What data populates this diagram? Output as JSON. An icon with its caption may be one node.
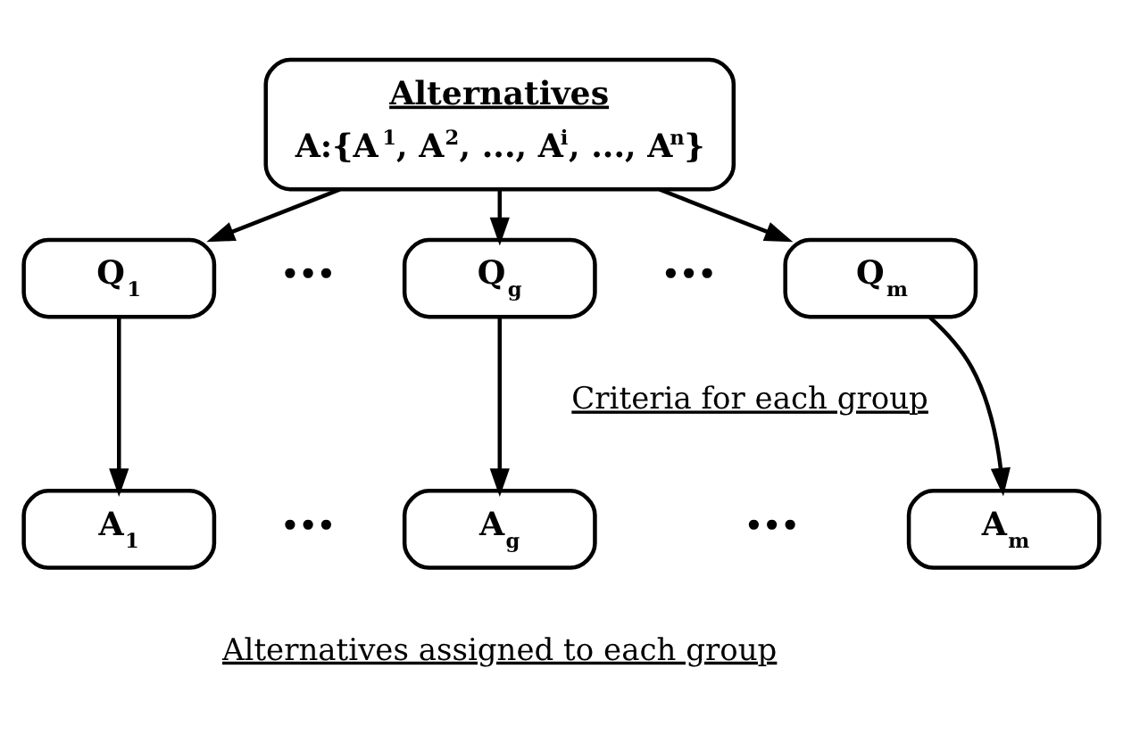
{
  "diagram": {
    "nodes": [
      {
        "text": [
          "Alternatives",
          "A:{A$^{1}$, A$^{2}$, ..., A$^{i}$, ..., A$^{n}$}"
        ]
      },
      {
        "text": [
          "Q$_{1}$"
        ]
      },
      {
        "text": [
          "Q$_{g}$"
        ]
      },
      {
        "text": [
          "Q$_{m}$"
        ]
      },
      {
        "text": [
          "A$_{1}$"
        ]
      },
      {
        "text": [
          "A$_{g}$"
        ]
      },
      {
        "text": [
          "A$_{m}$"
        ]
      }
    ],
    "edges": [
      {
        "from": 0,
        "to": 1,
        "arrow": "to"
      },
      {
        "from": 0,
        "to": 2,
        "arrow": "to"
      },
      {
        "from": 0,
        "to": 3,
        "arrow": "to"
      },
      {
        "from": 1,
        "to": 4,
        "arrow": "to"
      },
      {
        "from": 2,
        "to": 5,
        "arrow": "to"
      },
      {
        "from": 3,
        "to": 6,
        "arrow": "to"
      }
    ],
    "labels": [
      "•••",
      "•••",
      "Criteria for each group",
      "•••",
      "•••",
      "Alternatives assigned to each group"
    ]
  }
}
